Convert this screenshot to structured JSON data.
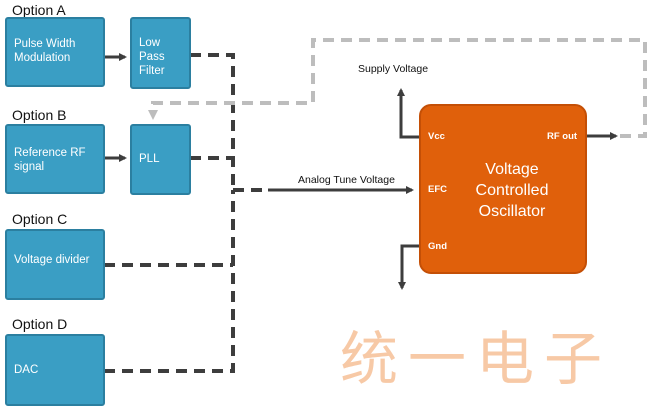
{
  "options": [
    {
      "label": "Option A",
      "box": "Pulse Width Modulation"
    },
    {
      "label": "Option B",
      "box": "Reference RF signal"
    },
    {
      "label": "Option C",
      "box": "Voltage divider"
    },
    {
      "label": "Option D",
      "box": "DAC"
    }
  ],
  "filter_box": "Low Pass Filter",
  "pll_box": "PLL",
  "vco": {
    "title": "Voltage Controlled Oscillator",
    "pin_vcc": "Vcc",
    "pin_efc": "EFC",
    "pin_gnd": "Gnd",
    "pin_rfout": "RF out"
  },
  "supply_label": "Supply Voltage",
  "tune_label": "Analog Tune Voltage",
  "watermark": "统一电子",
  "colors": {
    "block_fill": "#3a9ec4",
    "vco_fill": "#e0600b",
    "dark_line": "#3d3d3d",
    "feedback_line": "#bdbdbd"
  }
}
